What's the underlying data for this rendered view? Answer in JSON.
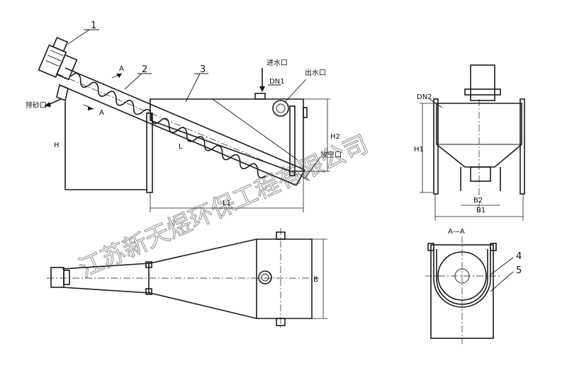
{
  "callouts": {
    "c1": "1",
    "c2": "2",
    "c3": "3",
    "c4": "4",
    "c5": "5"
  },
  "labels": {
    "inlet": "进水口",
    "outlet": "出水口",
    "sand_outlet": "排砂口",
    "drain": "放空口",
    "dn1": "DN1",
    "dn2": "DN2",
    "section_arrow": "A",
    "section_title": "A—A",
    "L": "L",
    "H": "H",
    "H1": "H1",
    "H2": "H2",
    "L1": "L1",
    "B": "B",
    "B1": "B1",
    "B2": "B2"
  },
  "watermark": "江苏新天煜环保工程有限公司"
}
